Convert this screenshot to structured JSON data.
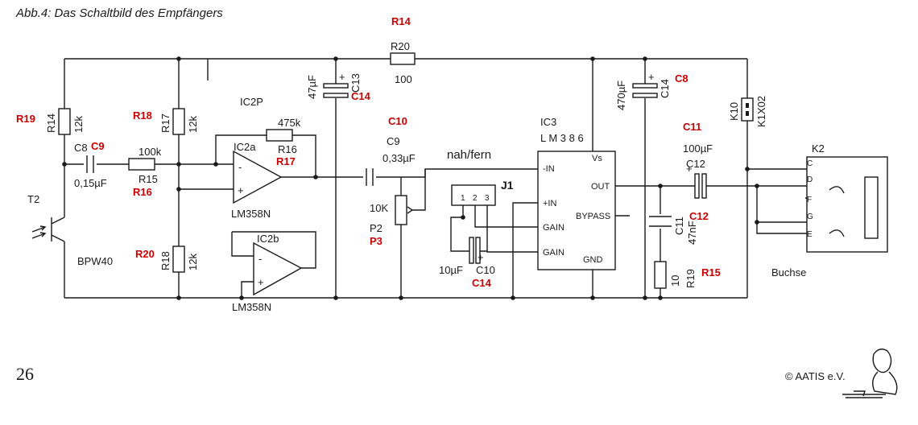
{
  "caption": "Abb.4: Das Schaltbild des Empfängers",
  "page_number": "26",
  "copyright": "© AATIS e.V.",
  "colors": {
    "wire": "#1a1a1a",
    "annotation": "#cc0000"
  },
  "components": {
    "r14": {
      "ref": "R14",
      "value": "12k"
    },
    "r17": {
      "ref": "R17",
      "value": "12k"
    },
    "r18": {
      "ref": "R18",
      "value": "12k"
    },
    "r15": {
      "ref": "R15",
      "value": "100k"
    },
    "r16": {
      "ref": "R16",
      "value": "475k"
    },
    "r20": {
      "ref": "R20",
      "value": "100"
    },
    "r19": {
      "ref": "R19",
      "value": "10"
    },
    "c8": {
      "ref": "C8",
      "value": "0,15µF"
    },
    "c9": {
      "ref": "C9",
      "value": "0,33µF"
    },
    "c10": {
      "ref": "C10",
      "value": "10µF"
    },
    "c11": {
      "ref": "C11",
      "value": "47nF"
    },
    "c12": {
      "ref": "C12",
      "value": "100µF"
    },
    "c13": {
      "ref": "C13",
      "value": "47µF"
    },
    "c14": {
      "ref": "C14",
      "value": "470µF"
    },
    "t2": {
      "ref": "T2",
      "type": "BPW40"
    },
    "p2": {
      "ref": "P2",
      "value": "10K"
    },
    "ic2p": "IC2P",
    "ic2a": {
      "ref": "IC2a",
      "type": "LM358N"
    },
    "ic2b": {
      "ref": "IC2b",
      "type": "LM358N"
    },
    "ic3": {
      "ref": "IC3",
      "type": "L M 3 8 6",
      "pins": {
        "in_minus": "-IN",
        "in_plus": "+IN",
        "gain1": "GAIN",
        "gain2": "GAIN",
        "vs": "Vs",
        "out": "OUT",
        "bypass": "BYPASS",
        "gnd": "GND"
      }
    },
    "j1": {
      "ref": "J1",
      "pins": [
        "1",
        "2",
        "3"
      ]
    },
    "k10": {
      "ref": "K10",
      "type": "K1X02"
    },
    "k2": {
      "ref": "K2",
      "pins": [
        "C",
        "D",
        "F",
        "G",
        "E"
      ],
      "label": "Buchse"
    },
    "plus": "+",
    "minus": "-",
    "nahfern": "nah/fern"
  },
  "annotations": {
    "r14": "R14",
    "r19": "R19",
    "c9": "C9",
    "r18": "R18",
    "r17": "R17",
    "r15": "R15",
    "r16": "R16",
    "r20": "R20",
    "c14a": "C14",
    "c10": "C10",
    "p3": "P3",
    "c14b": "C14",
    "c8": "C8",
    "c11": "C11",
    "c12": "C12"
  }
}
